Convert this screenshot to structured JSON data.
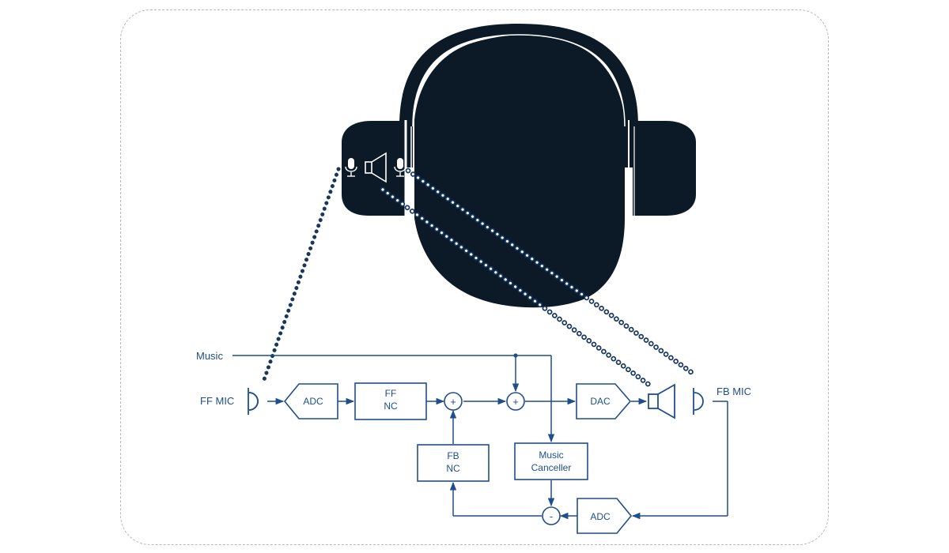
{
  "labels": {
    "music": "Music",
    "ff_mic": "FF MIC",
    "fb_mic": "FB MIC"
  },
  "blocks": {
    "adc_in": "ADC",
    "ff_nc_line1": "FF",
    "ff_nc_line2": "NC",
    "fb_nc_line1": "FB",
    "fb_nc_line2": "NC",
    "music_canceller_line1": "Music",
    "music_canceller_line2": "Canceller",
    "dac": "DAC",
    "adc_fb": "ADC"
  },
  "operators": {
    "sum_1": "+",
    "sum_2": "+",
    "subtract": "-"
  },
  "colors": {
    "diagram_blue": "#1f4e8c",
    "head_dark": "#0b1a26",
    "dotted_link": "#17375e"
  },
  "icons": [
    "microphone-icon",
    "speaker-icon",
    "headphones-icon"
  ]
}
